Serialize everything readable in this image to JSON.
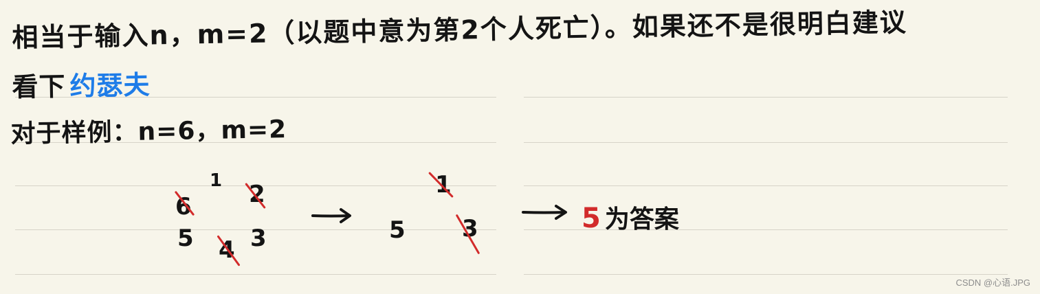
{
  "note": {
    "line1": "相当于输入n，m=2（以题中意为第2个人死亡）。如果还不是很明白建议",
    "line2_prefix": "看下",
    "line2_link": "约瑟夫",
    "line3": "对于样例：n=6，m=2"
  },
  "diagram": {
    "circle_initial": [
      "1",
      "2",
      "3",
      "4",
      "5",
      "6"
    ],
    "eliminated_initial": [
      "2",
      "4",
      "6"
    ],
    "circle_after": [
      "1",
      "3",
      "5"
    ],
    "eliminated_after": [
      "1",
      "3"
    ],
    "result_number": "5",
    "result_text": "为答案"
  },
  "colors": {
    "ink": "#141414",
    "link": "#1e7ce8",
    "strike": "#d22b2b",
    "paper": "#f7f5ea",
    "rule": "#d6d3c8"
  },
  "watermark": "CSDN @心语.JPG"
}
